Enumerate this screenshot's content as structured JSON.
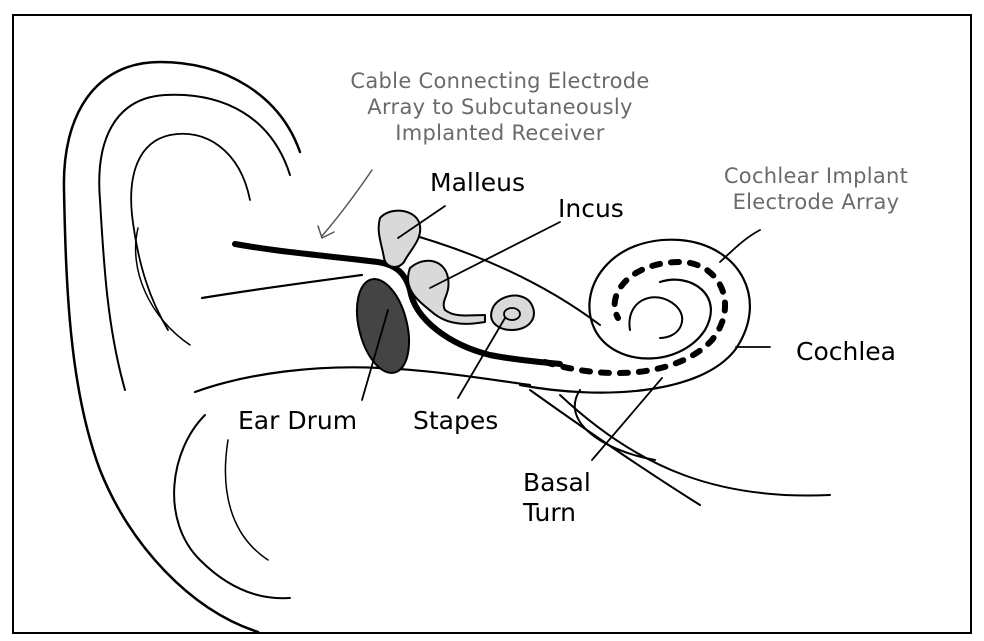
{
  "diagram": {
    "labels": {
      "cable": [
        "Cable Connecting Electrode",
        "Array to Subcutaneously",
        "Implanted Receiver"
      ],
      "electrode_array": [
        "Cochlear Implant",
        "Electrode Array"
      ],
      "malleus": "Malleus",
      "incus": "Incus",
      "cochlea": "Cochlea",
      "ear_drum": "Ear Drum",
      "stapes": "Stapes",
      "basal_turn": [
        "Basal",
        "Turn"
      ]
    },
    "colors": {
      "outline": "#000000",
      "eardrum_fill": "#444444",
      "ossicle_fill": "#d9d9d9",
      "handwritten_text": "#6a6a6a"
    }
  }
}
